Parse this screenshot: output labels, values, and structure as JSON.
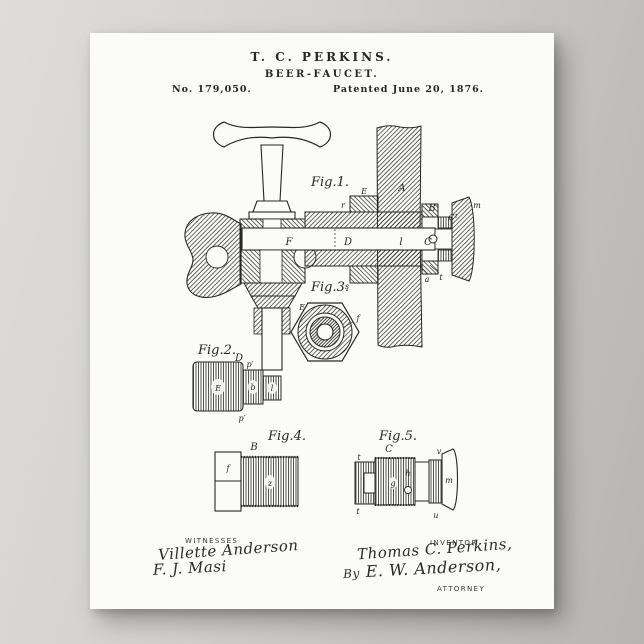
{
  "header": {
    "inventor_line": "T. C. PERKINS.",
    "title_line": "BEER-FAUCET.",
    "patent_number": "No. 179,050.",
    "patent_date": "Patented June 20, 1876."
  },
  "figures": {
    "fig1": {
      "label": "Fig.1.",
      "parts": {
        "A": "A",
        "r": "r",
        "E": "E",
        "B": "B",
        "C1": "C¹",
        "m": "m",
        "F": "F",
        "D": "D",
        "l": "l",
        "C": "C",
        "s": "s",
        "a": "a",
        "t": "t"
      }
    },
    "fig2": {
      "label": "Fig.2.",
      "parts": {
        "D": "D",
        "p1": "p′",
        "p2": "p′",
        "E": "E",
        "b": "b",
        "l": "l"
      }
    },
    "fig3": {
      "label": "Fig.3.",
      "parts": {
        "E": "E",
        "f": "f"
      }
    },
    "fig4": {
      "label": "Fig.4.",
      "parts": {
        "B": "B",
        "f": "f",
        "z": "z"
      }
    },
    "fig5": {
      "label": "Fig.5.",
      "parts": {
        "C": "C",
        "t1": "t",
        "t2": "t",
        "g": "g",
        "h": "h",
        "v": "v",
        "u": "u",
        "m": "m"
      }
    }
  },
  "signatures": {
    "witnesses_heading": "WITNESSES",
    "witness1": "Villette Anderson",
    "witness2": "F. J. Masi",
    "inventor_heading": "INVENTOR",
    "inventor_signature": "Thomas C. Perkins,",
    "by_label": "By",
    "attorney_signature": "E. W. Anderson,",
    "attorney_heading": "ATTORNEY"
  },
  "colors": {
    "backdrop_light": "#dedddb",
    "backdrop_dark": "#b7b4b2",
    "paper": "#fbfbf9",
    "ink": "#262626"
  }
}
